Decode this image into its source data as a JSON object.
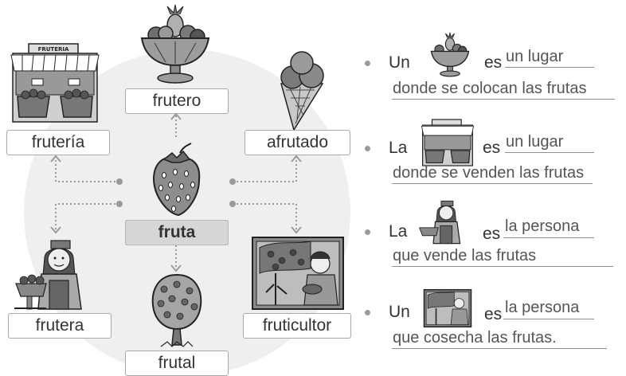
{
  "diagram": {
    "center": "fruta",
    "words": {
      "frutero": "frutero",
      "fruteria": "frutería",
      "afrutado": "afrutado",
      "frutera": "frutera",
      "fruticultor": "fruticultor",
      "frutal": "frutal"
    },
    "shop_sign": "FRUTERIA"
  },
  "sentences": [
    {
      "article": "Un",
      "verb": "es",
      "answer_line1": "un lugar",
      "answer_line2": "donde se colocan las frutas"
    },
    {
      "article": "La",
      "verb": "es",
      "answer_line1": "un lugar",
      "answer_line2": "donde se venden las frutas"
    },
    {
      "article": "La",
      "verb": "es",
      "answer_line1": "la persona",
      "answer_line2": "que vende las frutas"
    },
    {
      "article": "Un",
      "verb": "es",
      "answer_line1": "la persona",
      "answer_line2": "que cosecha las frutas."
    }
  ]
}
